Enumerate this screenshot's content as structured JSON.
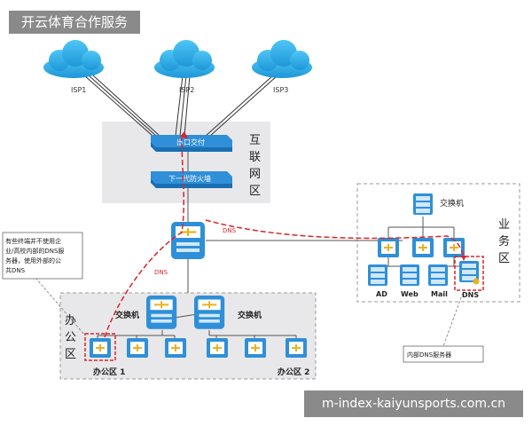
{
  "header": {
    "title": "开云体育合作服务"
  },
  "isps": [
    "ISP1",
    "ISP2",
    "ISP3"
  ],
  "zones": {
    "internet": [
      "互",
      "联",
      "网",
      "区"
    ],
    "business": [
      "业",
      "务",
      "区"
    ],
    "office": [
      "办",
      "公",
      "区"
    ]
  },
  "devices": {
    "router_label": "出口交付",
    "firewall_label": "下一代防火墙",
    "switch_label": "交换机",
    "servers": [
      "AD",
      "Web",
      "Mail",
      "DNS"
    ]
  },
  "labels": {
    "dns": "DNS",
    "office_area_1": "办公区 1",
    "office_area_2": "办公区 2"
  },
  "notes": {
    "note_left": [
      "有些终端并不使用企",
      "业/高校内部的DNS服",
      "务器，使用外部的公",
      "共DNS"
    ],
    "note_dns": "内部DNS服务器"
  },
  "watermark": "m-index-kaiyunsports.com.cn",
  "colors": {
    "zone_fill": "#e8e8ea",
    "device": "#2f8fd8",
    "dashed": "#d9252b"
  }
}
